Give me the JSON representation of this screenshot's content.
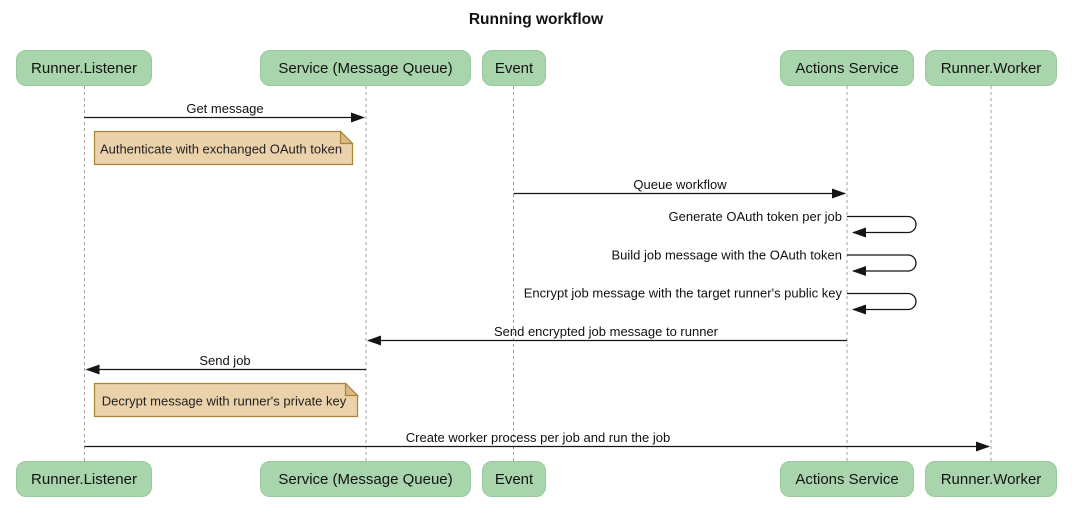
{
  "diagram": {
    "title": "Running workflow",
    "type": "sequence-diagram",
    "participants": [
      {
        "id": "runner-listener",
        "label": "Runner.Listener"
      },
      {
        "id": "service-message-queue",
        "label": "Service (Message Queue)"
      },
      {
        "id": "event",
        "label": "Event"
      },
      {
        "id": "actions-service",
        "label": "Actions Service"
      },
      {
        "id": "runner-worker",
        "label": "Runner.Worker"
      }
    ],
    "messages": [
      {
        "type": "arrow",
        "from": "Runner.Listener",
        "to": "Service (Message Queue)",
        "label": "Get message"
      },
      {
        "type": "note",
        "over": "Runner.Listener",
        "label": "Authenticate with exchanged OAuth token"
      },
      {
        "type": "arrow",
        "from": "Event",
        "to": "Actions Service",
        "label": "Queue workflow"
      },
      {
        "type": "self",
        "from": "Actions Service",
        "to": "Actions Service",
        "label": "Generate OAuth token per job"
      },
      {
        "type": "self",
        "from": "Actions Service",
        "to": "Actions Service",
        "label": "Build job message with the OAuth token"
      },
      {
        "type": "self",
        "from": "Actions Service",
        "to": "Actions Service",
        "label": "Encrypt job message with the target runner's public key"
      },
      {
        "type": "arrow",
        "from": "Actions Service",
        "to": "Service (Message Queue)",
        "label": "Send encrypted job message to runner"
      },
      {
        "type": "arrow",
        "from": "Service (Message Queue)",
        "to": "Runner.Listener",
        "label": "Send job"
      },
      {
        "type": "note",
        "over": "Runner.Listener",
        "label": "Decrypt message with runner's private key"
      },
      {
        "type": "arrow",
        "from": "Runner.Listener",
        "to": "Runner.Worker",
        "label": "Create worker process per job and run the job"
      }
    ],
    "colors": {
      "background": "#ffffff",
      "participant_fill": "#a8d5ac",
      "note_fill": "#ecd2ab",
      "note_border": "#aa8439",
      "lifeline": "#a0a0a0",
      "arrow": "#151515",
      "text": "#111111"
    }
  }
}
